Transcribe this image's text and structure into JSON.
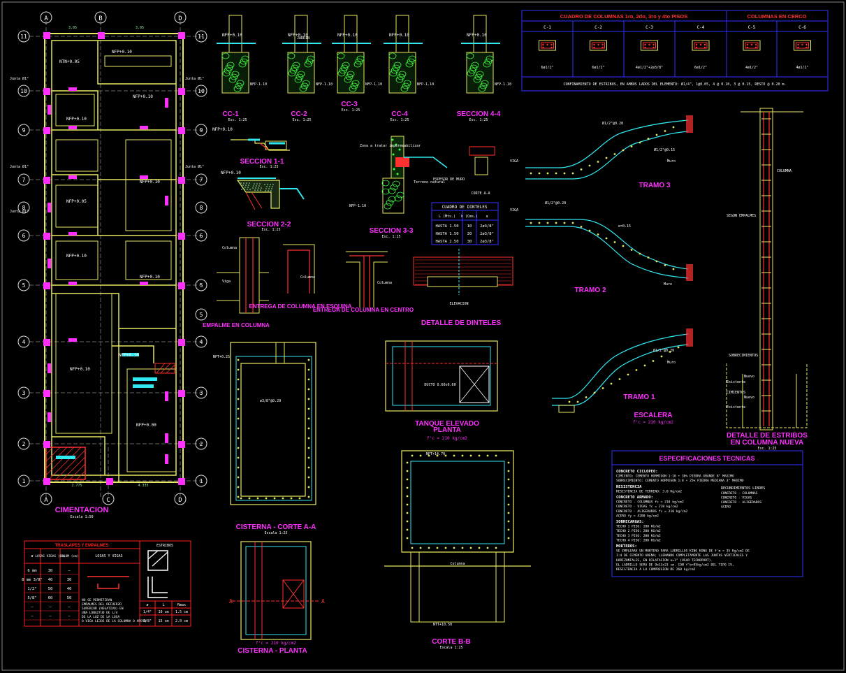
{
  "colors": {
    "background": "#000000",
    "wall": "#e8e860",
    "rebar": "#ff3030",
    "title": "#ff30ff",
    "text": "#ffffff",
    "dimension": "#a0e8a0",
    "cyan": "#30e8f0",
    "table_border": "#3030ff",
    "gravel": "#40ff40",
    "table_red": "#ff2020"
  },
  "plan": {
    "title": "CIMENTACION",
    "scale": "Escala 1:50",
    "axes_top": [
      "A",
      "B",
      "D"
    ],
    "axes_bottom": [
      "A",
      "C",
      "D"
    ],
    "axes_rows": [
      "11",
      "10",
      "9",
      "8",
      "7",
      "6",
      "5",
      "4",
      "3",
      "2",
      "1"
    ],
    "joints": [
      "Junta Ø1\"",
      "Junta Ø1\"",
      "Junta Ø1\"",
      "Junta Ø1\"",
      "Junta Ø1\""
    ],
    "levels": [
      "NTN+0.05",
      "NFP+0.10",
      "NFP+0.10",
      "NFP+0.10",
      "NFP+0.05",
      "NFP+0.10",
      "NFP+0.10",
      "NFP+0.10",
      "NFP+0.10",
      "NFP+0.10",
      "NFP+0.10",
      "NFP+0.00"
    ],
    "dims_top": [
      "3.05",
      "3.05"
    ],
    "dims_bottom": [
      "2.775",
      "4.335"
    ]
  },
  "details": {
    "cc1": "CC-1",
    "cc1_scale": "Esc. 1:25",
    "cc2": "CC-2",
    "cc2_scale": "Esc. 1:25",
    "cc3": "CC-3",
    "cc3_scale": "Esc. 1:25",
    "cc4": "CC-4",
    "cc4_scale": "Esc. 1:25",
    "sec44": "SECCION 4-4",
    "sec44_scale": "Esc. 1:25",
    "sec11": "SECCION 1-1",
    "sec11_scale": "Esc. 1:25",
    "sec22": "SECCION 2-2",
    "sec22_scale": "Esc. 1:25",
    "sec33": "SECCION 3-3",
    "sec33_scale": "Esc. 1:25",
    "nfp": "NFP+0.10",
    "nfp_low": "NFP-1.10",
    "jardin": "JARDIN",
    "empalme": "EMPALME EN COLUMNA",
    "entrega_esq": "ENTREGA DE COLUMNA EN ESQUINA",
    "entrega_centro": "ENTREGA DE COLUMNA EN CENTRO",
    "dinteles": "DETALLE DE DINTELES",
    "elevacion": "ELEVACION",
    "corte_aa": "CORTE A-A",
    "espesor_muro": "ESPESOR DE MURO",
    "columna": "Columna",
    "viga": "Viga",
    "zona_terreno": "Zona a tratar impermeabilizar",
    "terreno_natural": "Terreno natural"
  },
  "dinteles_table": {
    "title": "CUADRO DE DINTELES",
    "headers": [
      "L (Mts.)",
      "h (Cms.)",
      "a"
    ],
    "rows": [
      [
        "HASTA 1.50",
        "10",
        "2ø3/8\""
      ],
      [
        "HASTA 1.50",
        "20",
        "2ø3/8\""
      ],
      [
        "HASTA 2.50",
        "30",
        "2ø3/8\""
      ]
    ]
  },
  "columns_table": {
    "title": "CUADRO DE COLUMNAS 1ro, 2do, 3ro y 4to PISOS",
    "title_right": "COLUMNAS EN CERCO",
    "columns": [
      "C-1",
      "C-2",
      "C-3",
      "C-4",
      "C-5",
      "C-6"
    ],
    "rebar": [
      "6ø1/2\"",
      "6ø1/2\"",
      "4ø1/2\"+2ø3/8\"",
      "6ø1/2\"",
      "4ø1/2\"",
      "4ø1/2\""
    ],
    "note": "CONFINAMIENTO DE ESTRIBOS, EN AMBOS LADOS DEL ELEMENTO: Ø1/4\", 1@0.05, 4 @ 0.10, 3 @ 0.15, RESTO @ 0.20 m."
  },
  "stair": {
    "tramo3": "TRAMO 3",
    "tramo2": "TRAMO 2",
    "tramo1": "TRAMO 1",
    "escalera": "ESCALERA",
    "fc": "f'c = 210 kg/cm2",
    "viga": "VIGA",
    "muro": "Muro",
    "rebar_a": "Ø1/2\"@0.20",
    "rebar_b": "Ø1/2\"@0.15",
    "spacing": "e=0.15"
  },
  "estribos": {
    "title": "DETALLE DE ESTRIBOS EN COLUMNA NUEVA",
    "scale": "Esc. 1:25",
    "existente": "Existente",
    "nuevo": "Nuevo",
    "cimientos": "CIMIENTOS",
    "sobrecimientos": "SOBRECIMIENTOS",
    "columna": "COLUMNA",
    "segun_empalmes": "SEGUN EMPALMES"
  },
  "cisterna": {
    "corte_title": "CISTERNA - CORTE A-A",
    "corte_scale": "Escala 1:25",
    "planta_title": "CISTERNA - PLANTA",
    "planta_fc": "f'c = 210 kg/cm2",
    "tanque_title": "TANQUE ELEVADO PLANTA",
    "tanque_fc": "f'c = 210 kg/cm2",
    "corte_bb": "CORTE B-B",
    "corte_bb_scale": "Escala 1:25",
    "rebar": "ø3/8\"@0.20",
    "npt_top": "NPT+14.70",
    "npt_bottom": "NTT+10.50",
    "columna": "Columna",
    "ducto": "DUCTO 0.60x0.60"
  },
  "traslapes": {
    "title": "TRASLAPES Y EMPALMES",
    "headers": [
      "ø",
      "LOSAS VIGAS (cm)",
      "COLUM (cm)",
      "LOSAS Y VIGAS"
    ],
    "rows": [
      [
        "6 mm",
        "30",
        "—"
      ],
      [
        "8 mm 3/8\"",
        "40",
        "30"
      ],
      [
        "1/2\"",
        "50",
        "40"
      ],
      [
        "5/8\"",
        "60",
        "50"
      ],
      [
        "—",
        "—",
        "—"
      ],
      [
        "—",
        "—",
        "—"
      ]
    ],
    "note": "NO SE PERMITIRAN EMPALMES DEL REFUERZO SUPERIOR (NEGATIVO) EN UNA LONGITUD DE L/4 DE LA LUZ DE LA LOSA O VIGA LEJOS DE LA COLUMNA O APOYO",
    "estribos_title": "ESTRIBOS",
    "estribos_headers": [
      "ø",
      "L",
      "Rmax"
    ],
    "estribos_rows": [
      [
        "1/4\"",
        "10 cm",
        "1.5 cm"
      ],
      [
        "3/8\"",
        "15 cm",
        "2.0 cm"
      ]
    ]
  },
  "specs": {
    "title": "ESPECIFICACIONES TECNICAS",
    "lines": [
      "CONCRETO CICLOPEO:",
      "CIMIENTO: CEMENTO HORMIGON 1:10 + 30% PIEDRA GRANDE 8\" MAXIMO",
      "SOBRECIMIENTO: CEMENTO HORMIGON 1:8 + 25% PIEDRA MEDIANA 3\" MAXIMO",
      "RESISTENCIA",
      "RESISTENCIA DE TERRENO: 3.0 Kg/cm2",
      "CONCRETO ARMADO:",
      "CONCRETO  -  COLUMNAS      fc = 210 kg/cm2",
      "CONCRETO  -  VIGAS         fc = 210 kg/cm2",
      "CONCRETO  -  ALIGERADOS    fc = 210 kg/cm2",
      "ACERO                      fy = 4200 kg/cm2",
      "SOBRECARGAS:",
      "TECHO 1 PISO: 200 KG/m2",
      "TECHO 2 PISO: 200 KG/m2",
      "TECHO 3 PISO: 200 KG/m2",
      "TECHO 4 PISO: 200 KG/m2",
      "MORTEROS:",
      "SE EMPLEARA UN MORTERO PARA LADRILLOS KING KONG DE f'm = 35 Kg/cm2 DE",
      "1:4 DE CEMENTO ARENA; LLENANDO COMPLETAMENTE LAS JUNTAS VERTICALES Y",
      "HORIZONTALES, EN DILATACION e=1\" (USAR TECNOPORT).",
      "EL LADRILLO SERA DE 9x13x23 cm. CON f'b=95kg/cm2 DEL TIPO IV,",
      "RESISTENCIA A LA COMPRESION DE 260 kg/cm2"
    ],
    "recubrimientos_title": "RECUBRIMIENTOS LIBRES",
    "recubrimientos": [
      "CONCRETO  -  COLUMNAS",
      "CONCRETO  -  VIGAS",
      "CONCRETO  -  ALIGERADOS",
      "ACERO"
    ]
  }
}
